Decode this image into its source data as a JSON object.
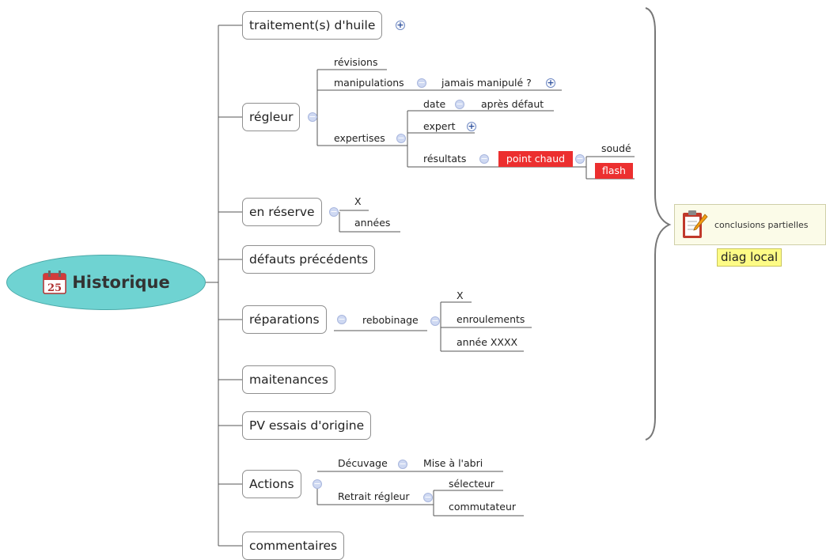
{
  "root": {
    "label": "Historique",
    "icon": "calendar-icon",
    "icon_text": "25"
  },
  "branches": {
    "traitements": "traitement(s) d'huile",
    "regleur": "régleur",
    "en_reserve": "en réserve",
    "defauts": "défauts précédents",
    "reparations": "réparations",
    "maintenances": "maitenances",
    "pv_essais": "PV essais d'origine",
    "actions": "Actions",
    "commentaires": "commentaires"
  },
  "regleur_children": {
    "revisions": "révisions",
    "manipulations": "manipulations",
    "jamais_manipule": "jamais manipulé ?",
    "expertises": "expertises",
    "date": "date",
    "apres_defaut": "après défaut",
    "expert": "expert",
    "resultats": "résultats",
    "point_chaud": "point chaud",
    "soude": "soudé",
    "flash": "flash"
  },
  "en_reserve_children": {
    "x": "X",
    "annees": "années"
  },
  "reparations_children": {
    "rebobinage": "rebobinage",
    "x": "X",
    "enroulements": "enroulements",
    "annee": "année XXXX"
  },
  "actions_children": {
    "decuvage": "Décuvage",
    "mise_abri": "Mise à l'abri",
    "retrait": "Retrait régleur",
    "selecteur": "sélecteur",
    "commutateur": "commutateur"
  },
  "callout": {
    "label": "conclusions partielles",
    "icon": "clipboard-pencil-icon",
    "tag": "diag local"
  },
  "toggle_symbols": {
    "plus": "+",
    "minus": "−"
  },
  "colors": {
    "root_fill": "#6fd3d2",
    "highlight": "#ec2f2f",
    "tag_fill": "#fdfb86",
    "callout_fill": "#fbfbe8"
  }
}
